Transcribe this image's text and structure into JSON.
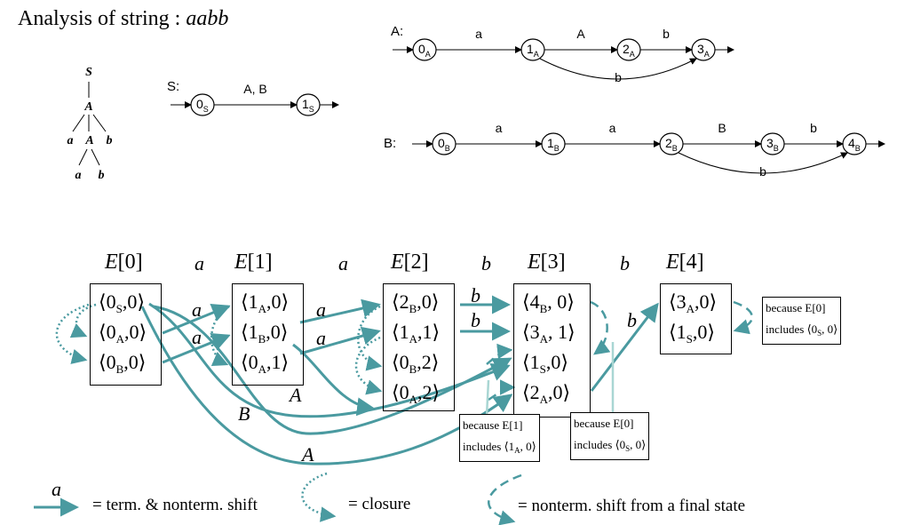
{
  "title": {
    "prefix": "Analysis of string : ",
    "string": "aabb"
  },
  "tree": {
    "root": "S",
    "mid": "A",
    "l2_left": "a",
    "l2_mid": "A",
    "l2_right": "b",
    "l3_left": "a",
    "l3_right": "b"
  },
  "automata": {
    "S": {
      "label": "S:",
      "states": [
        [
          "0",
          "S"
        ],
        [
          "1",
          "S"
        ]
      ],
      "edge_label": "A, B"
    },
    "A": {
      "label": "A:",
      "states": [
        [
          "0",
          "A"
        ],
        [
          "1",
          "A"
        ],
        [
          "2",
          "A"
        ],
        [
          "3",
          "A"
        ]
      ],
      "edge_labels": [
        "a",
        "A",
        "b"
      ],
      "bypass": "b"
    },
    "B": {
      "label": "B:",
      "states": [
        [
          "0",
          "B"
        ],
        [
          "1",
          "B"
        ],
        [
          "2",
          "B"
        ],
        [
          "3",
          "B"
        ],
        [
          "4",
          "B"
        ]
      ],
      "edge_labels": [
        "a",
        "a",
        "B",
        "b"
      ],
      "bypass": "b"
    }
  },
  "earley": {
    "sets": [
      {
        "name": "E",
        "index": "0",
        "items": [
          [
            "0",
            "S",
            "0"
          ],
          [
            "0",
            "A",
            "0"
          ],
          [
            "0",
            "B",
            "0"
          ]
        ]
      },
      {
        "name": "E",
        "index": "1",
        "items": [
          [
            "1",
            "A",
            "0"
          ],
          [
            "1",
            "B",
            "0"
          ],
          [
            "0",
            "A",
            "1"
          ]
        ]
      },
      {
        "name": "E",
        "index": "2",
        "items": [
          [
            "2",
            "B",
            "0"
          ],
          [
            "1",
            "A",
            "1"
          ],
          [
            "0",
            "B",
            "2"
          ],
          [
            "0",
            "A",
            "2"
          ]
        ]
      },
      {
        "name": "E",
        "index": "3",
        "items": [
          [
            "4",
            "B",
            "0"
          ],
          [
            "3",
            "A",
            "1"
          ],
          [
            "1",
            "S",
            "0"
          ],
          [
            "2",
            "A",
            "0"
          ]
        ]
      },
      {
        "name": "E",
        "index": "4",
        "items": [
          [
            "3",
            "A",
            "0"
          ],
          [
            "1",
            "S",
            "0"
          ]
        ]
      }
    ],
    "input": [
      "a",
      "a",
      "b",
      "b"
    ],
    "edge_labels": {
      "a1": "a",
      "a2": "a",
      "a3": "a",
      "a4": "a",
      "b1": "b",
      "b2": "b",
      "b3": "b",
      "A1": "A",
      "B1": "B",
      "A2": "A"
    },
    "notes": [
      {
        "line1": "because E[1]",
        "line2": "includes ⟨1",
        "sub": "A",
        "tail": ", 0⟩"
      },
      {
        "line1": "because E[0]",
        "line2": "includes ⟨0",
        "sub": "S",
        "tail": ", 0⟩"
      },
      {
        "line1": "because E[0]",
        "line2": "includes ⟨0",
        "sub": "S",
        "tail": ", 0⟩"
      }
    ]
  },
  "legend": {
    "shift_symbol": "a",
    "shift": "= term. & nonterm. shift",
    "closure": "= closure",
    "final": "= nonterm. shift from a final state"
  },
  "colors": {
    "arrow": "#4a9aa0",
    "light": "#a9d6d3"
  }
}
